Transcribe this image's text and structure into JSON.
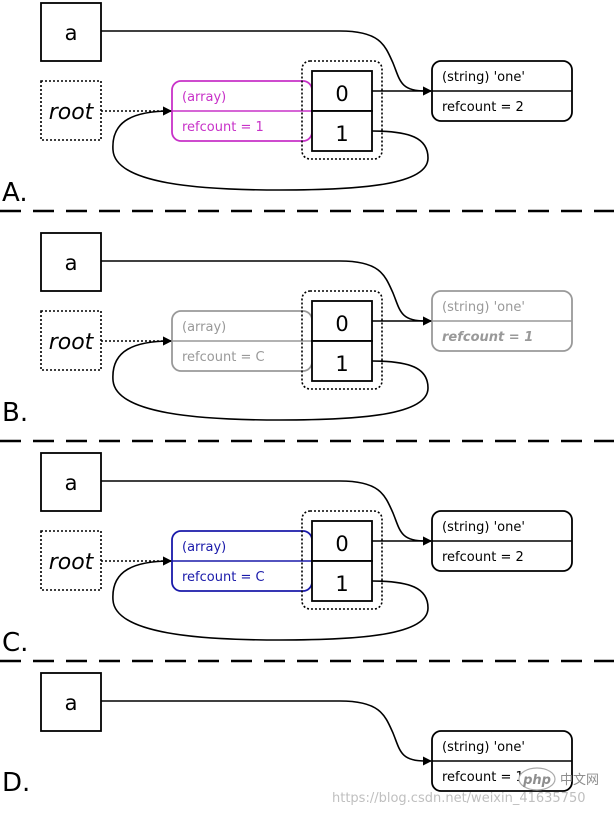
{
  "panels": [
    {
      "letter": "A.",
      "var_label": "a",
      "root_label": "root",
      "array_type": "(array)",
      "array_refcount": "refcount = 1",
      "index0": "0",
      "index1": "1",
      "string_type": "(string) 'one'",
      "string_refcount": "refcount = 2"
    },
    {
      "letter": "B.",
      "var_label": "a",
      "root_label": "root",
      "array_type": "(array)",
      "array_refcount": "refcount = C",
      "index0": "0",
      "index1": "1",
      "string_type": "(string) 'one'",
      "string_refcount": "refcount = 1"
    },
    {
      "letter": "C.",
      "var_label": "a",
      "root_label": "root",
      "array_type": "(array)",
      "array_refcount": "refcount = C",
      "index0": "0",
      "index1": "1",
      "string_type": "(string) 'one'",
      "string_refcount": "refcount = 2"
    },
    {
      "letter": "D.",
      "var_label": "a",
      "string_type": "(string) 'one'",
      "string_refcount": "refcount = 1"
    }
  ],
  "watermark": {
    "badge": "php",
    "site": "中文网",
    "url": "https://blog.csdn.net/weixin_41635750"
  },
  "colors": {
    "panel_a_array": "#c832c8",
    "panel_b_grey": "#999999",
    "panel_c_array": "#1a1aaa"
  }
}
